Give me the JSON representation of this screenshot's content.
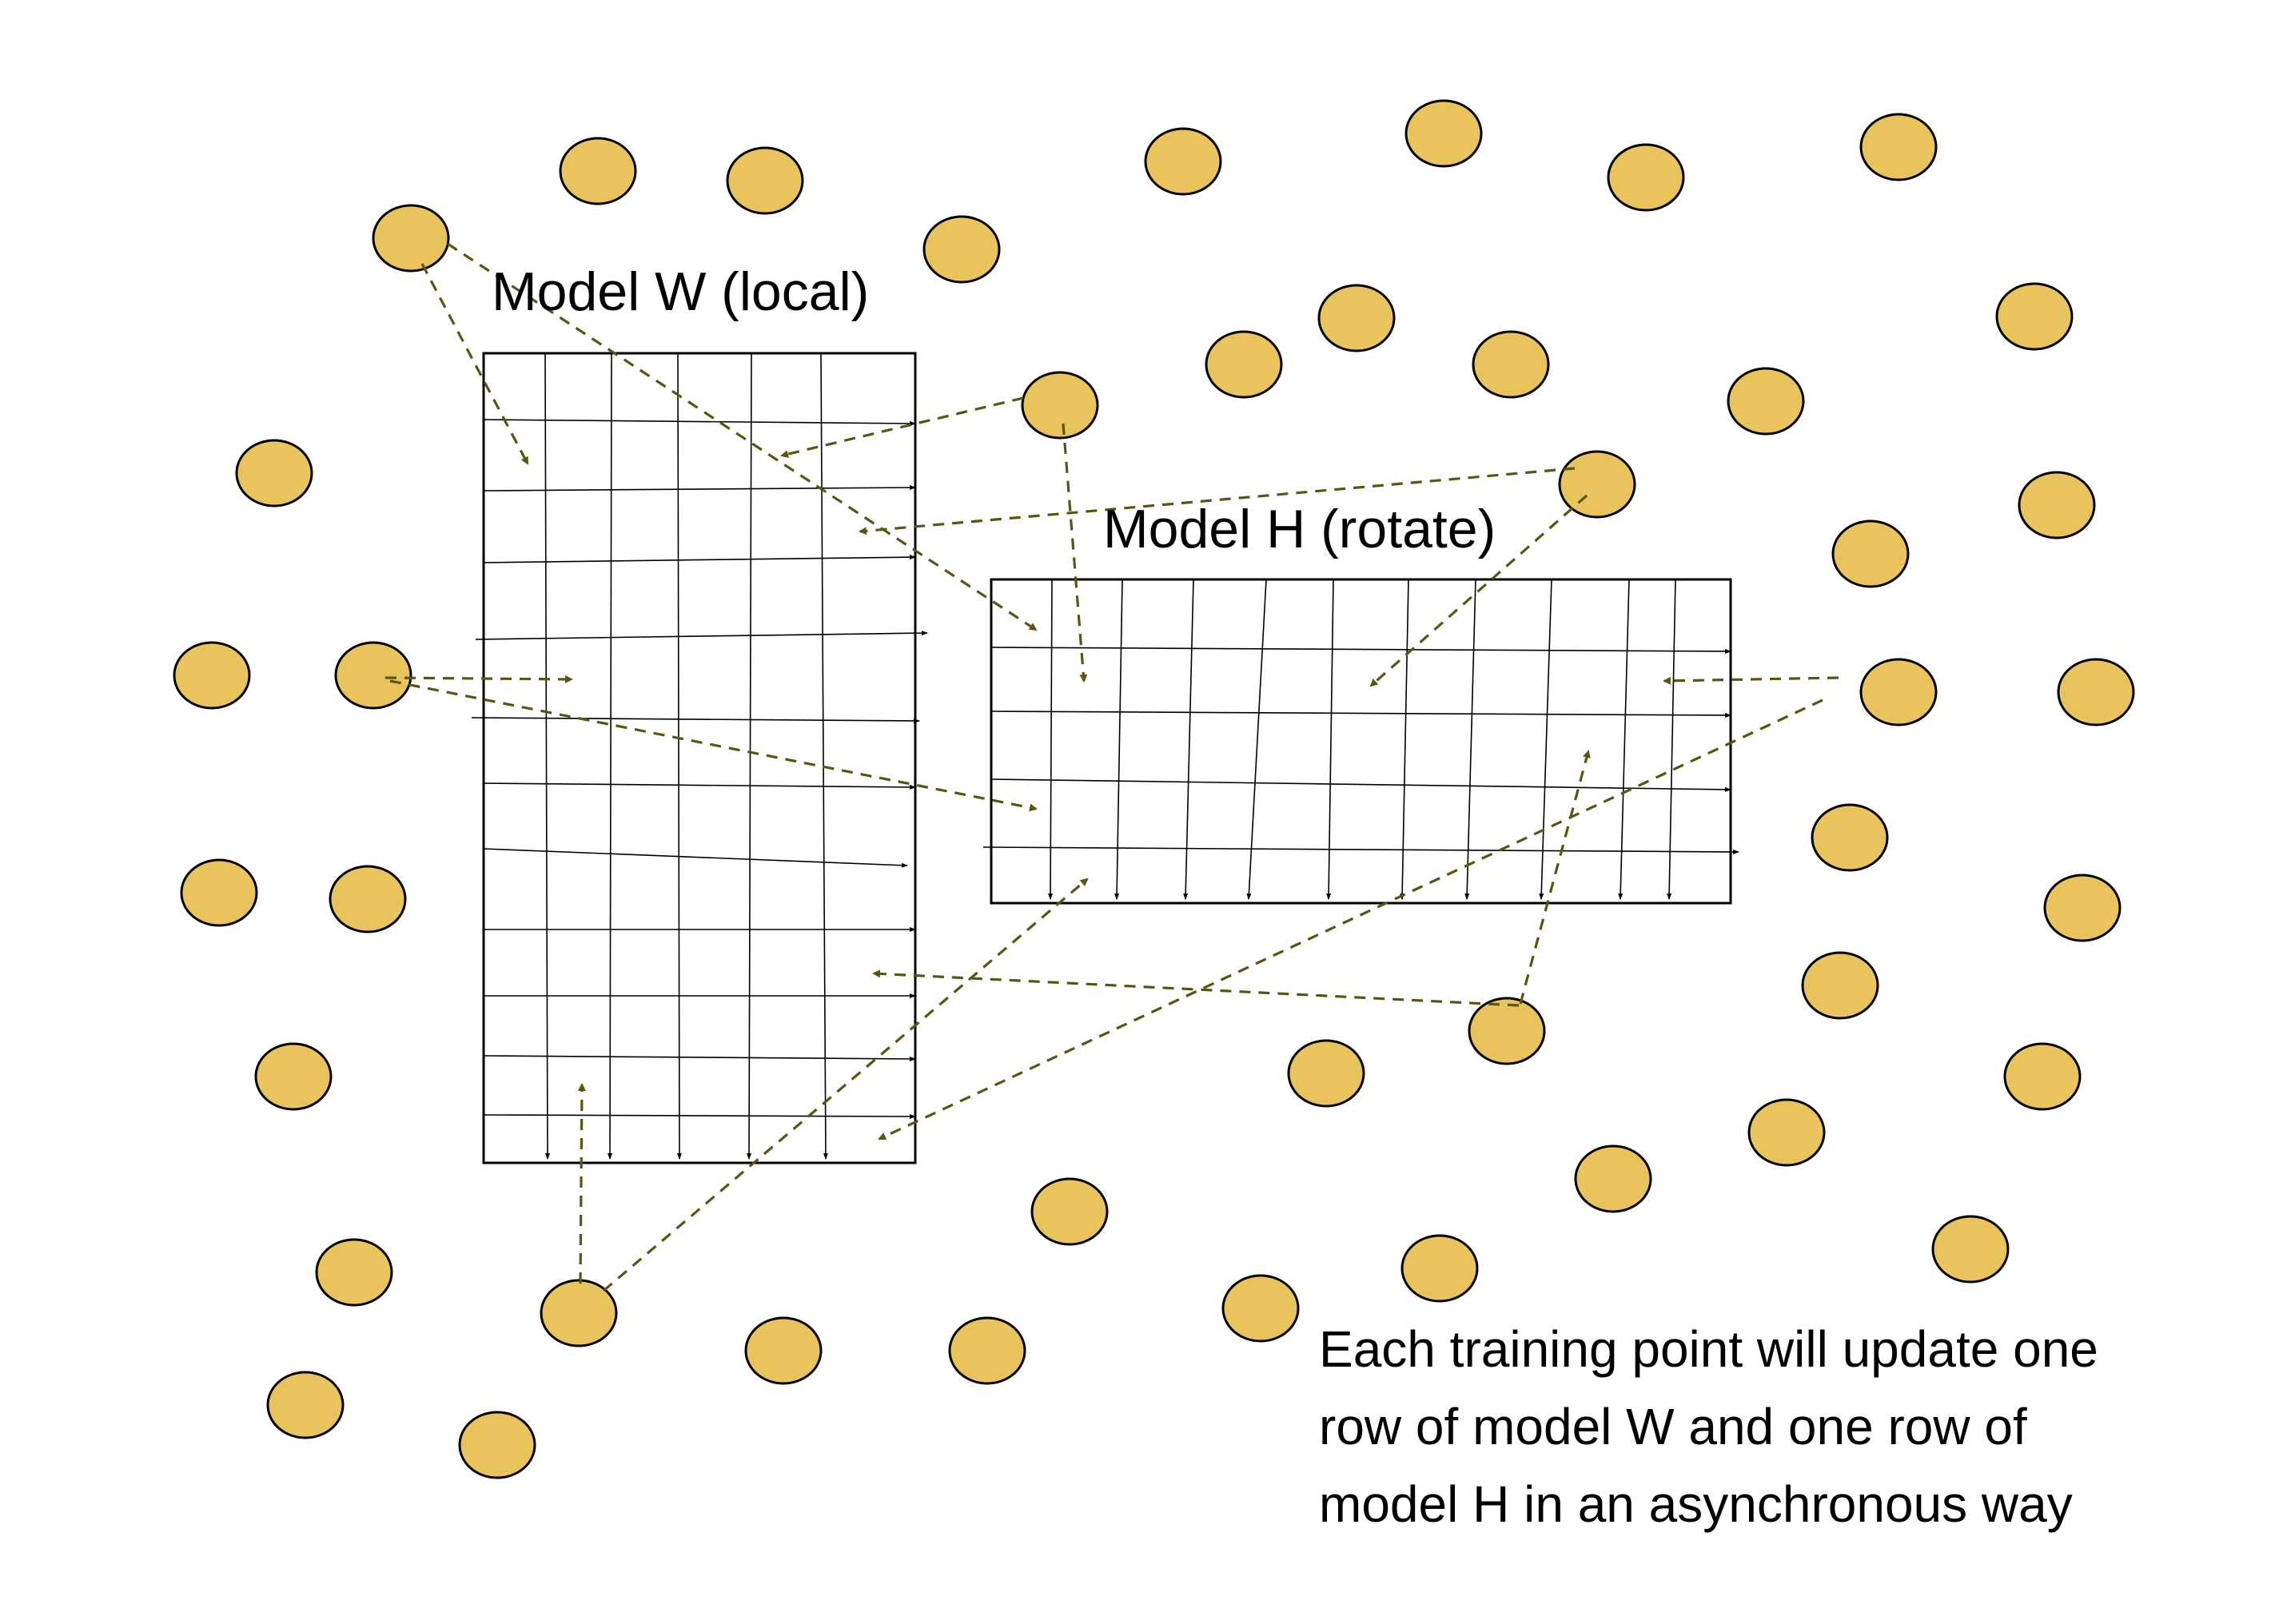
{
  "labels": {
    "model_w": "Model W (local)",
    "model_h": "Model H (rotate)",
    "caption_lines": [
      "Each training point will update one",
      "row of model W and one row of",
      "model H in an asynchronous way"
    ]
  },
  "colors": {
    "point_fill": "#E9C45C",
    "point_stroke": "#000000",
    "arrow": "#5A5510",
    "grid": "#000000"
  }
}
